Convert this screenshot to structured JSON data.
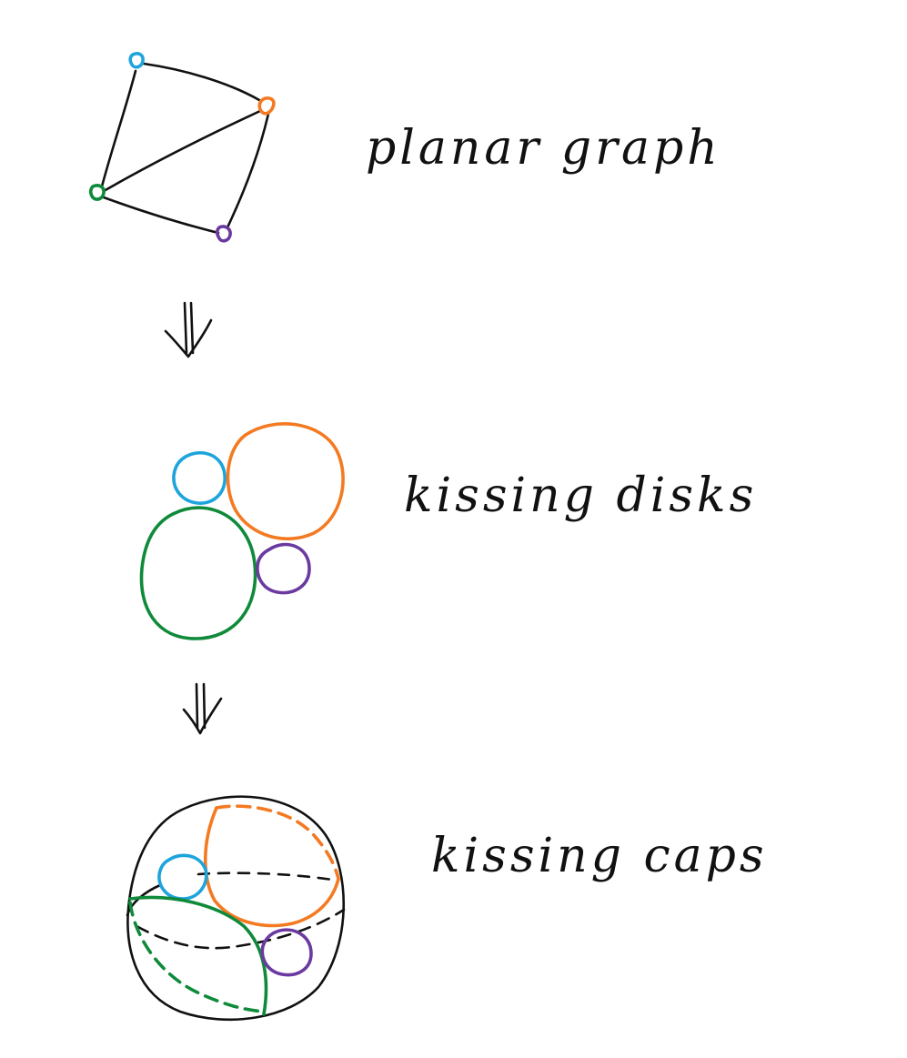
{
  "stages": [
    {
      "label": "planar graph"
    },
    {
      "label": "kissing disks"
    },
    {
      "label": "kissing caps"
    }
  ],
  "colors": {
    "ink": "#111111",
    "blue": "#1ea4dc",
    "orange": "#f47a22",
    "green": "#0f8a3a",
    "purple": "#6a3aa0"
  },
  "graph": {
    "vertices": [
      "blue",
      "orange",
      "green",
      "purple"
    ],
    "edges": [
      [
        "blue",
        "orange"
      ],
      [
        "blue",
        "green"
      ],
      [
        "orange",
        "green"
      ],
      [
        "orange",
        "purple"
      ],
      [
        "green",
        "purple"
      ]
    ]
  }
}
